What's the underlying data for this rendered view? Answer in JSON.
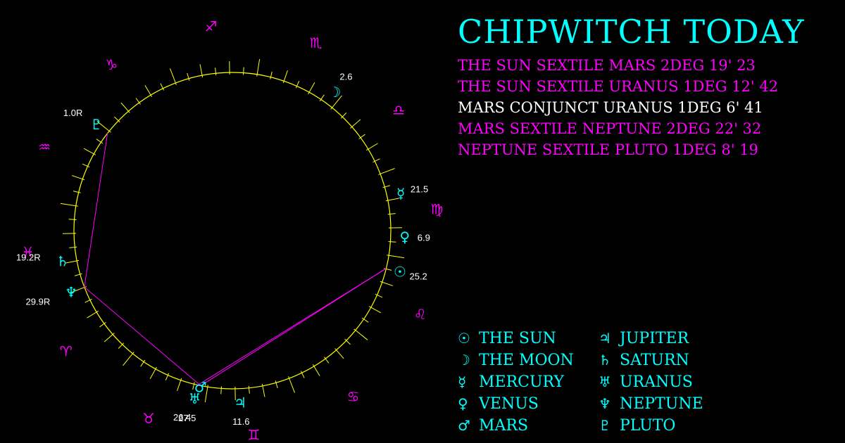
{
  "title": "CHIPWITCH TODAY",
  "colors": {
    "aspect_highlight": "#ff00ff",
    "aspect_normal": "#ffffff",
    "wheel": "#ffff00",
    "planet": "#00ffff",
    "sign": "#ff00ff",
    "line": "#ff00ff",
    "degree_label": "#ffffff"
  },
  "aspects": [
    {
      "text": "THE SUN SEXTILE MARS 2DEG 19' 23",
      "color": "#ff00ff"
    },
    {
      "text": "THE SUN SEXTILE URANUS 1DEG 12' 42",
      "color": "#ff00ff"
    },
    {
      "text": "MARS CONJUNCT URANUS 1DEG 6' 41",
      "color": "#ffffff"
    },
    {
      "text": "MARS SEXTILE NEPTUNE 2DEG 22' 32",
      "color": "#ff00ff"
    },
    {
      "text": "NEPTUNE SEXTILE PLUTO 1DEG 8' 19",
      "color": "#ff00ff"
    }
  ],
  "legend_left": [
    {
      "glyph": "☉",
      "icon": "sun-icon",
      "label": "THE SUN"
    },
    {
      "glyph": "☽",
      "icon": "moon-icon",
      "label": "THE MOON"
    },
    {
      "glyph": "☿",
      "icon": "mercury-icon",
      "label": "MERCURY"
    },
    {
      "glyph": "♀",
      "icon": "venus-icon",
      "label": "VENUS"
    },
    {
      "glyph": "♂",
      "icon": "mars-icon",
      "label": "MARS"
    }
  ],
  "legend_right": [
    {
      "glyph": "♃",
      "icon": "jupiter-icon",
      "label": "JUPITER"
    },
    {
      "glyph": "♄",
      "icon": "saturn-icon",
      "label": "SATURN"
    },
    {
      "glyph": "♅",
      "icon": "uranus-icon",
      "label": "URANUS"
    },
    {
      "glyph": "♆",
      "icon": "neptune-icon",
      "label": "NEPTUNE"
    },
    {
      "glyph": "♇",
      "icon": "pluto-icon",
      "label": "PLUTO"
    }
  ],
  "wheel": {
    "signs": [
      {
        "glyph": "♈",
        "icon": "aries-icon"
      },
      {
        "glyph": "♉",
        "icon": "taurus-icon"
      },
      {
        "glyph": "♊",
        "icon": "gemini-icon"
      },
      {
        "glyph": "♋",
        "icon": "cancer-icon"
      },
      {
        "glyph": "♌",
        "icon": "leo-icon"
      },
      {
        "glyph": "♍",
        "icon": "virgo-icon"
      },
      {
        "glyph": "♎",
        "icon": "libra-icon"
      },
      {
        "glyph": "♏",
        "icon": "scorpio-icon"
      },
      {
        "glyph": "♐",
        "icon": "sagittarius-icon"
      },
      {
        "glyph": "♑",
        "icon": "capricorn-icon"
      },
      {
        "glyph": "♒",
        "icon": "aquarius-icon"
      },
      {
        "glyph": "♓",
        "icon": "pisces-icon"
      }
    ],
    "planets": [
      {
        "name": "sun",
        "glyph": "☉",
        "sign": 4,
        "deg": 25.2,
        "label": "25.2"
      },
      {
        "name": "moon",
        "glyph": "☽",
        "sign": 7,
        "deg": 2.6,
        "label": "2.6"
      },
      {
        "name": "mercury",
        "glyph": "☿",
        "sign": 5,
        "deg": 21.5,
        "label": "21.5"
      },
      {
        "name": "venus",
        "glyph": "♀",
        "sign": 5,
        "deg": 6.9,
        "label": "6.9"
      },
      {
        "name": "mars",
        "glyph": "♂",
        "sign": 1,
        "deg": 27.5,
        "label": "27.5"
      },
      {
        "name": "jupiter",
        "glyph": "♃",
        "sign": 2,
        "deg": 11.6,
        "label": "11.6"
      },
      {
        "name": "saturn",
        "glyph": "♄",
        "sign": 11,
        "deg": 19.2,
        "label": "19.2R"
      },
      {
        "name": "uranus",
        "glyph": "♅",
        "sign": 1,
        "deg": 26.4,
        "label": "26.4"
      },
      {
        "name": "neptune",
        "glyph": "♆",
        "sign": 11,
        "deg": 29.9,
        "label": "29.9R"
      },
      {
        "name": "pluto",
        "glyph": "♇",
        "sign": 10,
        "deg": 1.0,
        "label": "1.0R"
      }
    ],
    "aspect_lines": [
      [
        "sun",
        "mars"
      ],
      [
        "sun",
        "uranus"
      ],
      [
        "mars",
        "uranus"
      ],
      [
        "mars",
        "neptune"
      ],
      [
        "neptune",
        "pluto"
      ]
    ]
  }
}
